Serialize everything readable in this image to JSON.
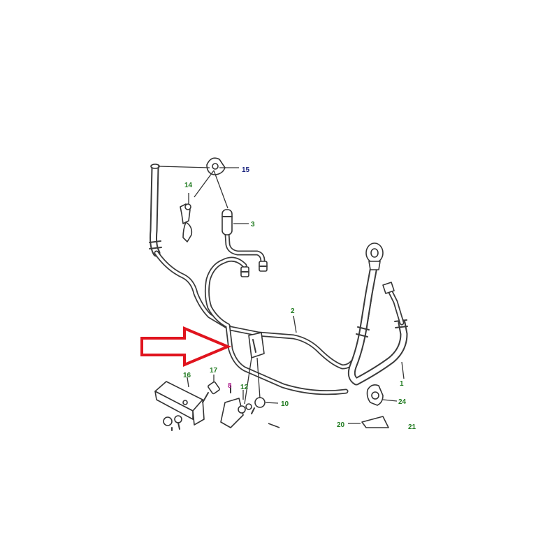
{
  "colors": {
    "line": "#3a3a3a",
    "callout_green": "#1f7a1f",
    "callout_navy": "#1a237e",
    "callout_magenta": "#b0208f",
    "arrow_red": "#e0141e"
  },
  "callouts": {
    "c1": "1",
    "c2": "2",
    "c3": "3",
    "c8": "8",
    "c10": "10",
    "c12": "12",
    "c14": "14",
    "c15": "15",
    "c16": "16",
    "c17": "17",
    "c20": "20",
    "c21": "21",
    "c24": "24"
  }
}
